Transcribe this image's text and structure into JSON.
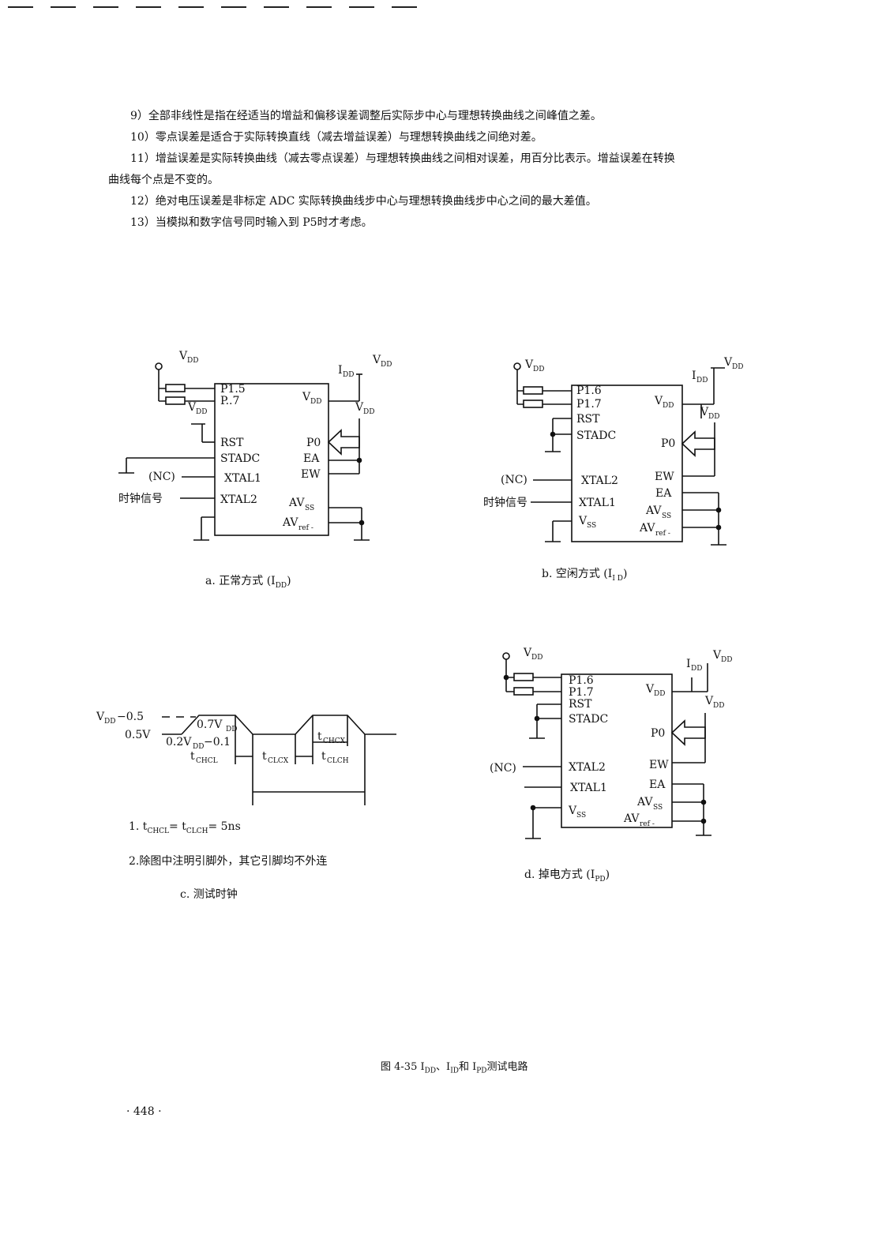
{
  "notes": [
    "9）全部非线性是指在经适当的增益和偏移误差调整后实际步中心与理想转换曲线之间峰值之差。",
    "10）零点误差是适合于实际转换直线（减去增益误差）与理想转换曲线之间绝对差。",
    "11）增益误差是实际转换曲线（减去零点误差）与理想转换曲线之间相对误差，用百分比表示。增益误差在转换",
    "曲线每个点是不变的。",
    "12）绝对电压误差是非标定 ADC 实际转换曲线步中心与理想转换曲线步中心之间的最大差值。",
    "13）当模拟和数字信号同时输入到 P5时才考虑。"
  ],
  "diagram_a": {
    "caption": "a. 正常方式 (I",
    "caption_sub": "DD",
    "caption_end": ")",
    "pins_left": [
      "P1.5",
      "P..7",
      "RST",
      "STADC",
      "XTAL1",
      "XTAL2"
    ],
    "pins_right": [
      "V",
      "P0",
      "EA",
      "EW",
      "AV",
      "AV"
    ],
    "pins_right_sub": [
      "DD",
      "",
      "",
      "",
      "SS",
      "ref -"
    ],
    "vdd_label": "V",
    "vdd_sub": "DD",
    "idd_label": "I",
    "idd_sub": "DD",
    "nc_label": "(NC)",
    "clock_label": "时钟信号"
  },
  "diagram_b": {
    "caption": "b. 空闲方式 (I",
    "caption_sub": "I D",
    "caption_end": ")",
    "pins_left": [
      "P1.6",
      "P1.7",
      "RST",
      "STADC",
      "XTAL2",
      "XTAL1",
      "V"
    ],
    "pins_left_vss_sub": "SS",
    "pins_right": [
      "V",
      "P0",
      "EW",
      "EA",
      "AV",
      "AV"
    ],
    "pins_right_sub": [
      "DD",
      "",
      "",
      "",
      "SS",
      "ref -"
    ],
    "vdd_label": "V",
    "vdd_sub": "DD",
    "idd_label": "I",
    "idd_sub": "DD",
    "nc_label": "(NC)",
    "clock_label": "时钟信号"
  },
  "diagram_c": {
    "caption": "c. 测试时钟",
    "labels": {
      "vdd_minus": "V",
      "vdd_minus_sub": "DD",
      "vdd_minus_end": " −0.5",
      "v05": "0.5V",
      "v07": "0.7V",
      "v07_sub": "DD",
      "v02": "0.2V",
      "v02_sub": "DD",
      "v02_end": " −0.1",
      "tchcl": "t",
      "tchcl_sub": "CHCL",
      "tclcx": "t",
      "tclcx_sub": "CLCX",
      "tchcx": "t",
      "tchcx_sub": "CHCX",
      "tclch": "t",
      "tclch_sub": "CLCH"
    },
    "note1": "1.  t",
    "note1_sub1": "CHCL",
    "note1_mid": "= t",
    "note1_sub2": "CLCH",
    "note1_end": "= 5ns",
    "note2": "2.除图中注明引脚外，其它引脚均不外连"
  },
  "diagram_d": {
    "caption": "d. 掉电方式 (I",
    "caption_sub": "PD",
    "caption_end": ")",
    "pins_left": [
      "P1.6",
      "P1.7",
      "RST",
      "STADC",
      "XTAL2",
      "XTAL1",
      "V"
    ],
    "pins_left_vss_sub": "SS",
    "pins_right": [
      "V",
      "P0",
      "EW",
      "EA",
      "AV",
      "AV"
    ],
    "pins_right_sub": [
      "DD",
      "",
      "",
      "",
      "SS",
      "ref -"
    ],
    "vdd_label": "V",
    "vdd_sub": "DD",
    "idd_label": "I",
    "idd_sub": "DD",
    "nc_label": "(NC)"
  },
  "figure_caption": "图 4-35   I",
  "figure_caption_sub1": "DD",
  "figure_caption_mid": "、I",
  "figure_caption_sub2": "ID",
  "figure_caption_mid2": "和 I",
  "figure_caption_sub3": "PD",
  "figure_caption_end": "测试电路",
  "page_number": "· 448 ·"
}
